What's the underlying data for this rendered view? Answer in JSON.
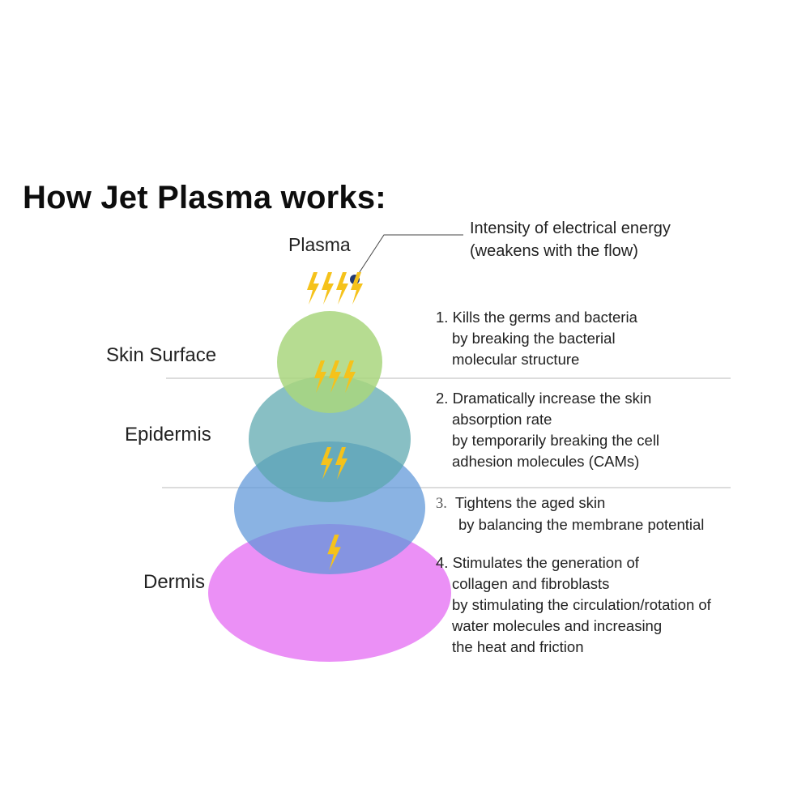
{
  "title": "How Jet Plasma works:",
  "layers": {
    "plasma": "Plasma",
    "skin_surface": "Skin Surface",
    "epidermis": "Epidermis",
    "dermis": "Dermis"
  },
  "energy_note": {
    "line1": "Intensity of electrical energy",
    "line2": "(weakens with the flow)"
  },
  "effects": [
    {
      "number": "1.",
      "lines": [
        "Kills the germs and bacteria",
        "by breaking the bacterial",
        "molecular structure"
      ]
    },
    {
      "number": "2.",
      "lines": [
        "Dramatically increase the skin",
        "absorption rate",
        "by temporarily breaking the cell",
        "adhesion molecules (CAMs)"
      ]
    },
    {
      "number": "3.",
      "lines": [
        "Tightens the aged skin",
        "by balancing the membrane potential"
      ]
    },
    {
      "number": "4.",
      "lines": [
        "Stimulates the generation of",
        "collagen and fibroblasts",
        "by stimulating the circulation/rotation of",
        "water molecules and increasing",
        "the heat and friction"
      ]
    }
  ],
  "colors": {
    "skin_surface_circle": "#a9d67e",
    "epidermis_ellipse": "#5aa6ad",
    "middle_ellipse": "#5d95d8",
    "dermis_ellipse": "#e77cf5",
    "bolt": "#f5c21b",
    "divider": "#c8c8c8",
    "pointer_dot": "#233a73"
  },
  "icons": {
    "bolt": "lightning-bolt-icon",
    "pointer": "pointer-dot-icon"
  },
  "bolt_counts": {
    "plasma": 4,
    "skin_surface": 3,
    "epidermis": 2,
    "dermis": 1
  }
}
